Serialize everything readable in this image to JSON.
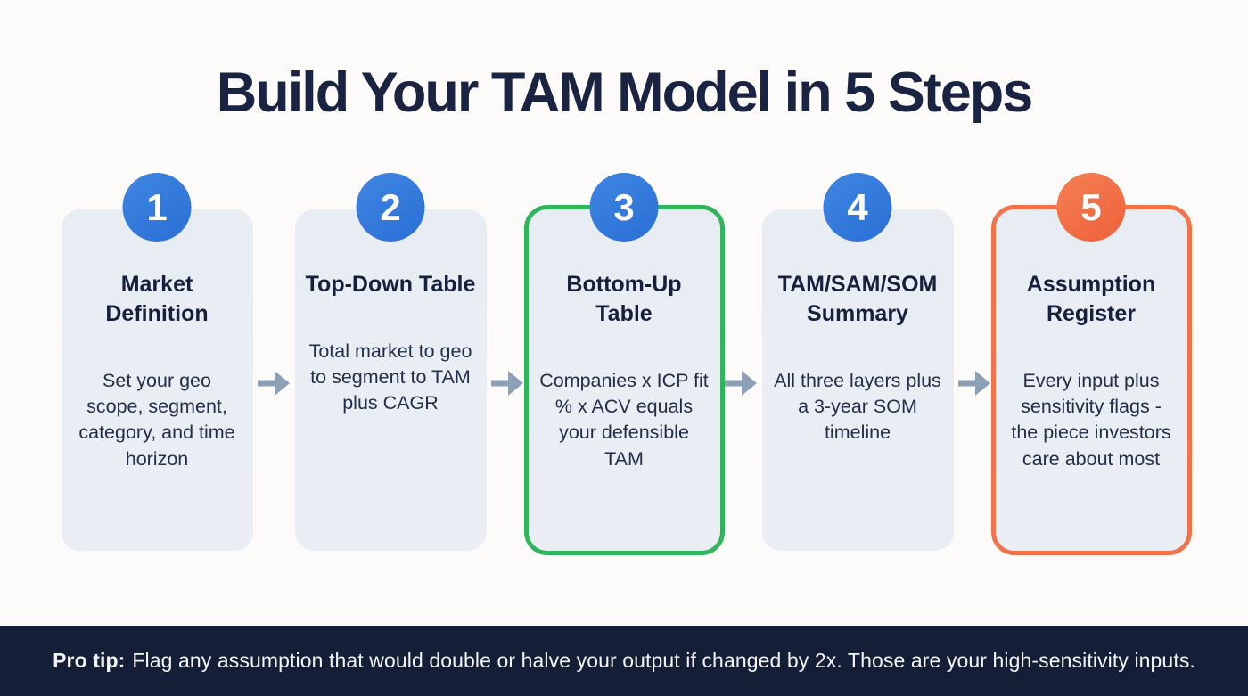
{
  "page": {
    "title": "Build Your TAM Model in 5 Steps"
  },
  "steps": [
    {
      "number": "1",
      "title": "Market Definition",
      "description": "Set your geo scope, segment, category, and time horizon",
      "badge_color": "blue",
      "border": "none"
    },
    {
      "number": "2",
      "title": "Top-Down Table",
      "description": "Total market to geo to segment to TAM plus CAGR",
      "badge_color": "blue",
      "border": "none"
    },
    {
      "number": "3",
      "title": "Bottom-Up Table",
      "description": "Companies x ICP fit % x ACV equals your defensible TAM",
      "badge_color": "blue",
      "border": "green"
    },
    {
      "number": "4",
      "title": "TAM/SAM/SOM Summary",
      "description": "All three layers plus a 3-year SOM timeline",
      "badge_color": "blue",
      "border": "none"
    },
    {
      "number": "5",
      "title": "Assumption Register",
      "description": "Every input plus sensitivity flags - the piece investors care about most",
      "badge_color": "orange",
      "border": "orange"
    }
  ],
  "footer": {
    "label": "Pro tip:",
    "text": "Flag any assumption that would double or halve your output if changed by 2x. Those are your high-sensitivity inputs."
  },
  "colors": {
    "page_background": "#fcfbf9",
    "title_navy": "#1a2342",
    "card_background": "#e9edf3",
    "badge_blue": "#2f78dc",
    "badge_orange": "#f2693f",
    "border_green": "#2fb55c",
    "border_orange": "#f2724a",
    "arrow_gray": "#8da0b6",
    "footer_background": "#151e37",
    "footer_text": "#f4f5f7"
  }
}
